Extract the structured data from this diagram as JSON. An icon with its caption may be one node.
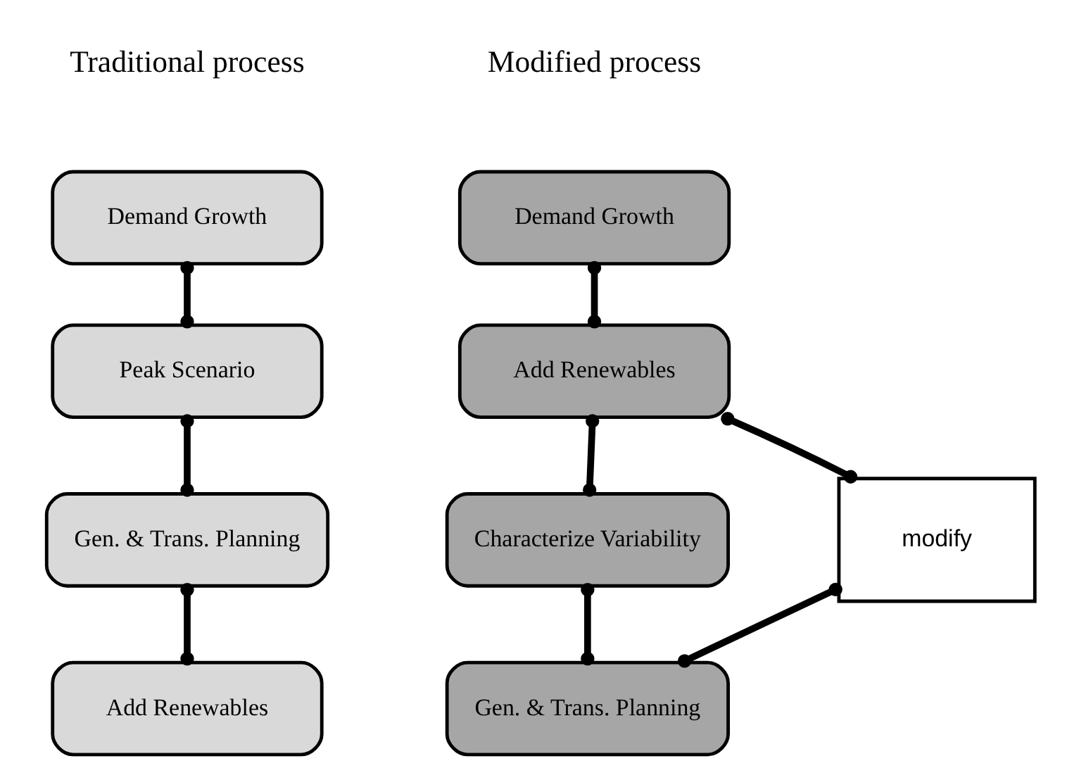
{
  "diagram": {
    "nodes": [
      {
        "text": [
          "Demand Growth"
        ]
      },
      {
        "text": [
          "Peak Scenario"
        ]
      },
      {
        "text": [
          "Gen. & Trans. Planning"
        ]
      },
      {
        "text": [
          "Add Renewables"
        ]
      },
      {
        "text": [
          "Demand Growth"
        ]
      },
      {
        "text": [
          "Add Renewables"
        ]
      },
      {
        "text": [
          "Characterize Variability"
        ]
      },
      {
        "text": [
          "Gen. & Trans. Planning"
        ]
      },
      {
        "text": [
          "modify"
        ]
      }
    ],
    "edges": [
      {
        "from": 0,
        "to": 1,
        "arrow": "other"
      },
      {
        "from": 1,
        "to": 2,
        "arrow": "other"
      },
      {
        "from": 2,
        "to": 3,
        "arrow": "other"
      },
      {
        "from": 4,
        "to": 5,
        "arrow": "other"
      },
      {
        "from": 5,
        "to": 6,
        "arrow": "other"
      },
      {
        "from": 6,
        "to": 7,
        "arrow": "other"
      },
      {
        "from": 8,
        "to": 5,
        "arrow": "other"
      },
      {
        "from": 7,
        "to": 8,
        "arrow": "other"
      }
    ],
    "labels": [
      "Traditional process",
      "Modified process"
    ]
  }
}
